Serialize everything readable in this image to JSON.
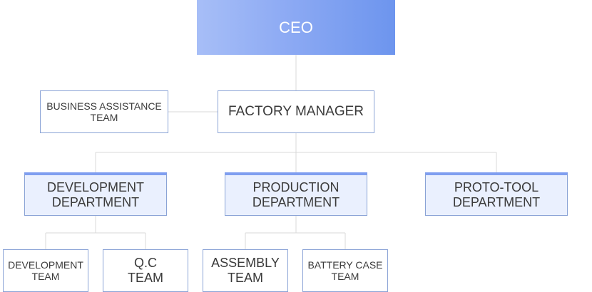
{
  "ceo": "CEO",
  "factory_manager": "FACTORY MANAGER",
  "business_assistance": "BUSINESS ASSISTANCE\nTEAM",
  "departments": {
    "development": "DEVELOPMENT\nDEPARTMENT",
    "production": "PRODUCTION\nDEPARTMENT",
    "proto_tool": "PROTO-TOOL\nDEPARTMENT"
  },
  "teams": {
    "development": "DEVELOPMENT\nTEAM",
    "qc": "Q.C\nTEAM",
    "assembly": "ASSEMBLY\nTEAM",
    "battery_case": "BATTERY CASE\nTEAM"
  },
  "colors": {
    "ceo_gradient_start": "#a7bef7",
    "ceo_gradient_end": "#6d95ee",
    "box_border": "#8aa3d6",
    "dept_fill": "#eaf0fe",
    "dept_top_bar": "#7f9ef0",
    "connector": "#d9d9d9"
  }
}
